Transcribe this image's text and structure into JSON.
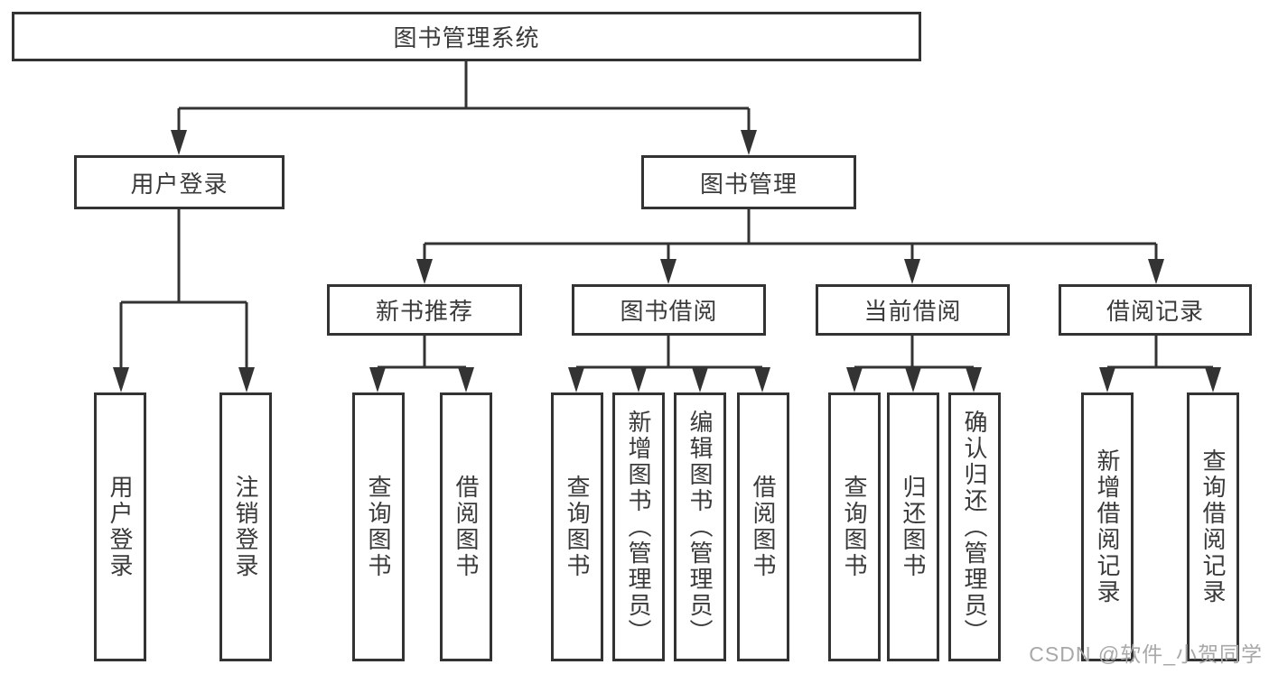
{
  "diagram": {
    "root": {
      "label": "图书管理系统"
    },
    "branches": [
      {
        "label": "用户登录",
        "children": [
          {
            "label": "用户登录"
          },
          {
            "label": "注销登录"
          }
        ]
      },
      {
        "label": "图书管理",
        "children": [
          {
            "label": "新书推荐",
            "children": [
              {
                "label": "查询图书"
              },
              {
                "label": "借阅图书"
              }
            ]
          },
          {
            "label": "图书借阅",
            "children": [
              {
                "label": "查询图书"
              },
              {
                "label": "新增图书（管理员）"
              },
              {
                "label": "编辑图书（管理员）"
              },
              {
                "label": "借阅图书"
              }
            ]
          },
          {
            "label": "当前借阅",
            "children": [
              {
                "label": "查询图书"
              },
              {
                "label": "归还图书"
              },
              {
                "label": "确认归还（管理员）"
              }
            ]
          },
          {
            "label": "借阅记录",
            "children": [
              {
                "label": "新增借阅记录"
              },
              {
                "label": "查询借阅记录"
              }
            ]
          }
        ]
      }
    ]
  },
  "watermark": {
    "text": "CSDN @软件_小贺同学"
  },
  "colors": {
    "line": "#333333",
    "text": "#3a3a3a",
    "watermark": "#a8a8a8",
    "background": "#ffffff"
  }
}
